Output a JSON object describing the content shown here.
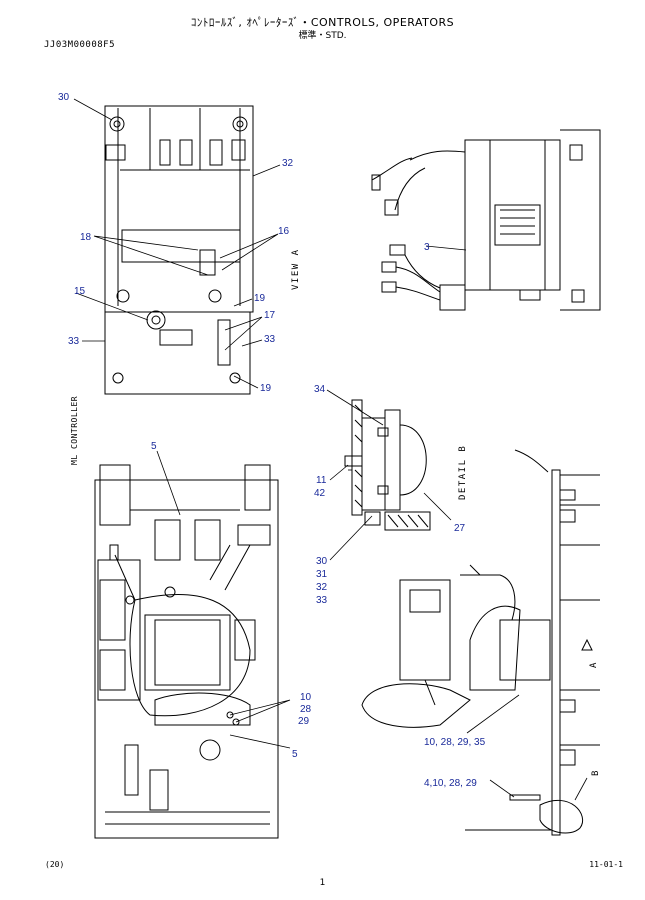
{
  "header": {
    "title": "ｺﾝﾄﾛｰﾙｽﾞ, ｵﾍﾟﾚｰﾀｰｽﾞ・CONTROLS, OPERATORS",
    "subtitle": "標準・STD.",
    "doc_id": "JJ03M00008F5"
  },
  "footer": {
    "figure_ref": "(20)",
    "page": "1",
    "section": "11-01-1"
  },
  "drawing_labels": {
    "view_a": "VIEW A",
    "detail_b": "DETAIL B",
    "ml_controller": "ML CONTROLLER",
    "mark_a": "A",
    "mark_b": "B"
  },
  "callouts": {
    "c30a": "30",
    "c32a": "32",
    "c18": "18",
    "c16": "16",
    "c15": "15",
    "c19a": "19",
    "c17": "17",
    "c33a": "33",
    "c33b": "33",
    "c19b": "19",
    "c3": "3",
    "c34": "34",
    "c11": "11",
    "c42": "42",
    "c27": "27",
    "c30b": "30",
    "c31": "31",
    "c32b": "32",
    "c33c": "33",
    "c5a": "5",
    "c10": "10",
    "c28": "28",
    "c29": "29",
    "c5b": "5",
    "c10_28_29_35": "10, 28, 29, 35",
    "c4_10_28_29": "4,10, 28, 29"
  }
}
